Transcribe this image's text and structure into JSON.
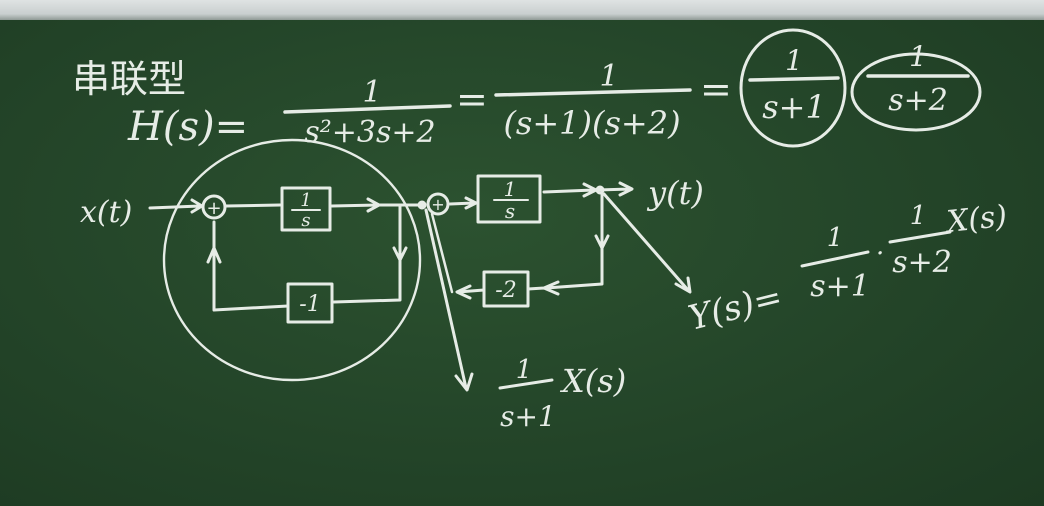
{
  "heading": "串联型",
  "transfer_function": {
    "lhs": "H(s)=",
    "frac1_num": "1",
    "frac1_den": "s²+3s+2",
    "eq2": "=",
    "frac2_num": "1",
    "frac2_den": "(s+1)(s+2)",
    "eq3": "=",
    "frac3_num": "1",
    "frac3_den": "s+1",
    "frac4_num": "1",
    "frac4_den": "s+2"
  },
  "diagram": {
    "input": "x(t)",
    "sum1": "+",
    "integrator1_num": "1",
    "integrator1_den": "s",
    "gain1": "-1",
    "sum2": "+",
    "integrator2_num": "1",
    "integrator2_den": "s",
    "gain2": "-2",
    "output": "y(t)",
    "intermediate_num": "1",
    "intermediate_den": "s+1",
    "intermediate_suffix": "X(s)"
  },
  "output_eq": {
    "lhs": "Y(s)=",
    "frac1_num": "1",
    "frac1_den": "s+1",
    "dot": "·",
    "frac2_num": "1",
    "frac2_den": "s+2",
    "suffix": "X(s)"
  }
}
